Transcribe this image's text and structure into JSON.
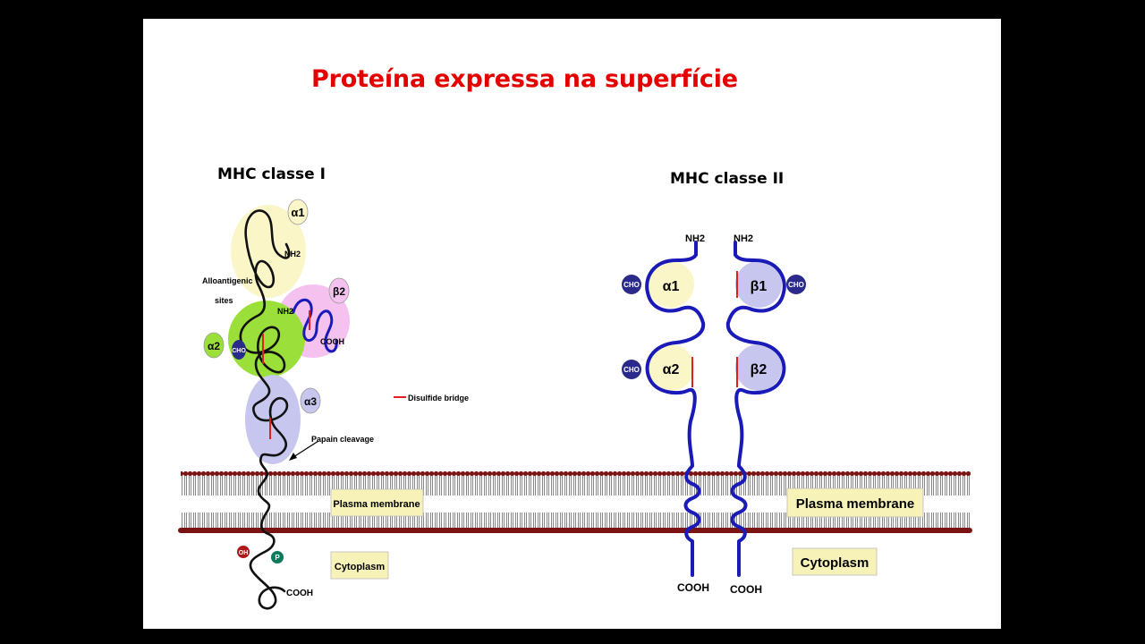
{
  "title": "Proteína expressa na superfície",
  "mhc1": {
    "title": "MHC classe I",
    "domain_a1": "α1",
    "domain_b2": "β2",
    "domain_a2": "α2",
    "domain_a3": "α3",
    "nh2_top": "NH2",
    "nh2_b2": "NH2",
    "cooh_b2": "COOH",
    "cooh_tail": "COOH",
    "alloantigenic_line1": "Alloantigenic",
    "alloantigenic_line2": "sites",
    "cho": "CHO",
    "oh": "OH",
    "p": "P",
    "disulfide_legend": "Disulfide bridge",
    "papain": "Papain cleavage",
    "plasma_membrane": "Plasma membrane",
    "cytoplasm": "Cytoplasm"
  },
  "mhc2": {
    "title": "MHC classe II",
    "domain_a1": "α1",
    "domain_a2": "α2",
    "domain_b1": "β1",
    "domain_b2": "β2",
    "nh2_left": "NH2",
    "nh2_right": "NH2",
    "cho": "CHO",
    "cooh_left": "COOH",
    "cooh_right": "COOH",
    "plasma_membrane": "Plasma membrane",
    "cytoplasm": "Cytoplasm"
  },
  "colors": {
    "title": "#e50000",
    "chain": "#1a1ab8",
    "membrane_head": "#7a1414",
    "disulfide": "#e02020",
    "label_box": "#f7f3b8",
    "domain_yellow": "#fbf6c8",
    "domain_lavender": "#c6c6ee",
    "domain_green": "#9be03a",
    "domain_pink": "#f5c2f0",
    "cho_fill": "#2a2a8a"
  }
}
